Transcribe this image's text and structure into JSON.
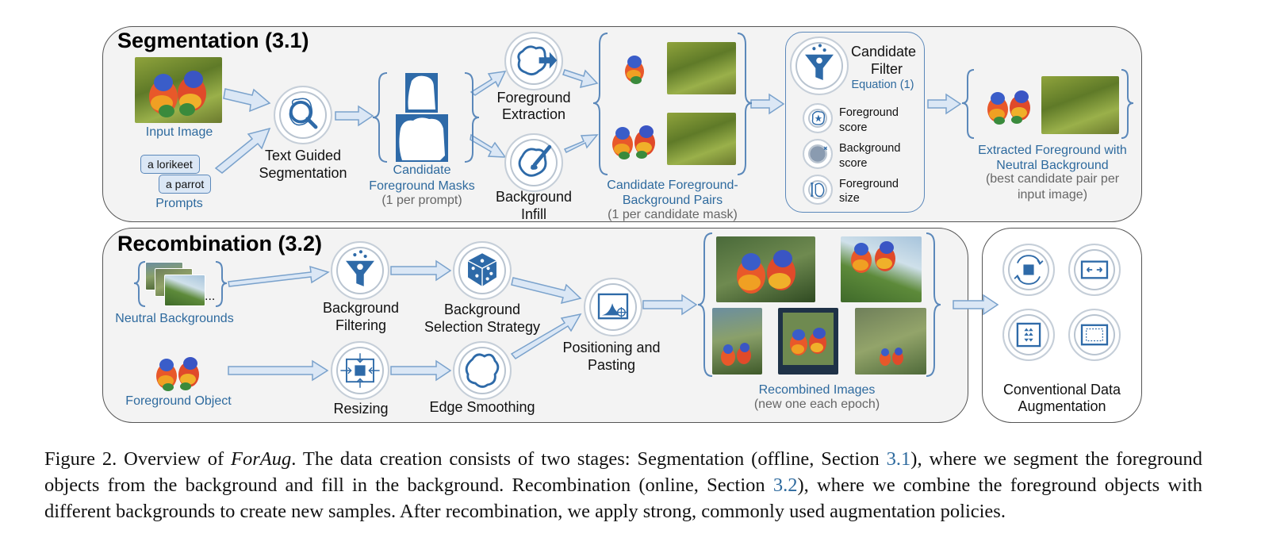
{
  "segmentation": {
    "title": "Segmentation (3.1)",
    "input_image": "Input Image",
    "prompts": [
      "a lorikeet",
      "a parrot"
    ],
    "prompts_label": "Prompts",
    "text_guided": [
      "Text Guided",
      "Segmentation"
    ],
    "candidate_masks": [
      "Candidate",
      "Foreground Masks"
    ],
    "candidate_masks_note": "(1 per prompt)",
    "foreground_extraction": [
      "Foreground",
      "Extraction"
    ],
    "background_infill": [
      "Background",
      "Infill"
    ],
    "pairs": [
      "Candidate Foreground-",
      "Background Pairs"
    ],
    "pairs_note": "(1 per candidate mask)",
    "filter_title": [
      "Candidate",
      "Filter"
    ],
    "filter_equation": "Equation (1)",
    "foreground_score": [
      "Foreground",
      "score"
    ],
    "background_score": [
      "Background",
      "score"
    ],
    "foreground_size": [
      "Foreground",
      "size"
    ],
    "extracted": [
      "Extracted Foreground with",
      "Neutral Background"
    ],
    "extracted_note": [
      "(best candidate pair per",
      "input image)"
    ]
  },
  "recombination": {
    "title": "Recombination (3.2)",
    "neutral_backgrounds": "Neutral Backgrounds",
    "foreground_object": "Foreground Object",
    "background_filtering": [
      "Background",
      "Filtering"
    ],
    "background_selection": [
      "Background",
      "Selection Strategy"
    ],
    "resizing": "Resizing",
    "edge_smoothing": "Edge Smoothing",
    "positioning": [
      "Positioning and",
      "Pasting"
    ],
    "recombined": "Recombined Images",
    "recombined_note": "(new one each epoch)",
    "ellipsis": "..."
  },
  "augmentation": {
    "label": [
      "Conventional Data",
      "Augmentation"
    ]
  },
  "caption": {
    "figure": "Figure 2.",
    "t1": " Overview of ",
    "name": "ForAug",
    "t2": ". The data creation consists of two stages: Segmentation (offline, Section ",
    "ref1": "3.1",
    "t3": "), where we segment the foreground objects from the background and fill in the background. Recombination (online, Section ",
    "ref2": "3.2",
    "t4": "), where we combine the foreground objects with different backgrounds to create new samples. After recombination, we apply strong, commonly used augmentation policies."
  },
  "colors": {
    "accent_blue": "#2e6a9e",
    "arrow_fill": "#dbe7f5",
    "arrow_stroke": "#7aa2cc",
    "panel_bg": "#f3f3f3"
  },
  "icons": [
    "search-magnifier-icon",
    "shape-arrow-icon",
    "brush-blob-icon",
    "funnel-icon",
    "dice-icon",
    "resize-icon",
    "blob-outline-icon",
    "positioning-chart-icon",
    "rotate-icon",
    "flip-horizontal-icon",
    "flip-vertical-icon",
    "crop-icon"
  ]
}
